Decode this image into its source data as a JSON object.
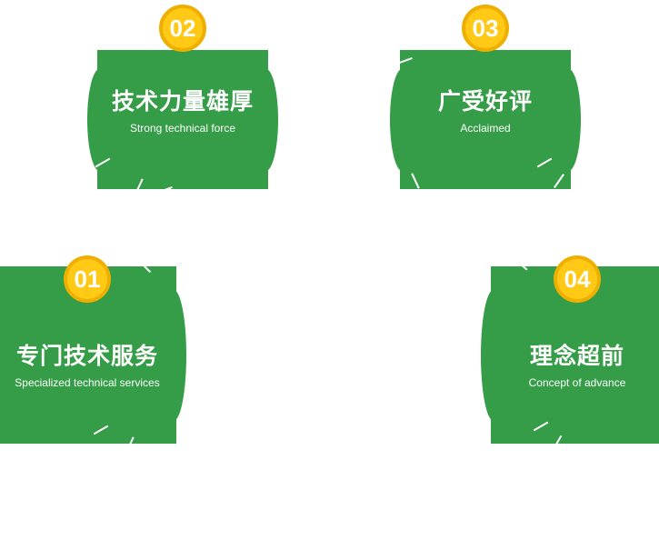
{
  "section": {
    "cards": [
      {
        "number": "02",
        "title": "技术力量雄厚",
        "subtitle": "Strong technical force"
      },
      {
        "number": "03",
        "title": "广受好评",
        "subtitle": "Acclaimed"
      },
      {
        "number": "01",
        "title": "专门技术服务",
        "subtitle": "Specialized technical services"
      },
      {
        "number": "04",
        "title": "理念超前",
        "subtitle": "Concept of advance"
      }
    ],
    "colors": {
      "card_green": "#359c47",
      "badge_yellow": "#ffc915",
      "badge_ring": "#efaf00",
      "text_white": "#ffffff"
    }
  }
}
